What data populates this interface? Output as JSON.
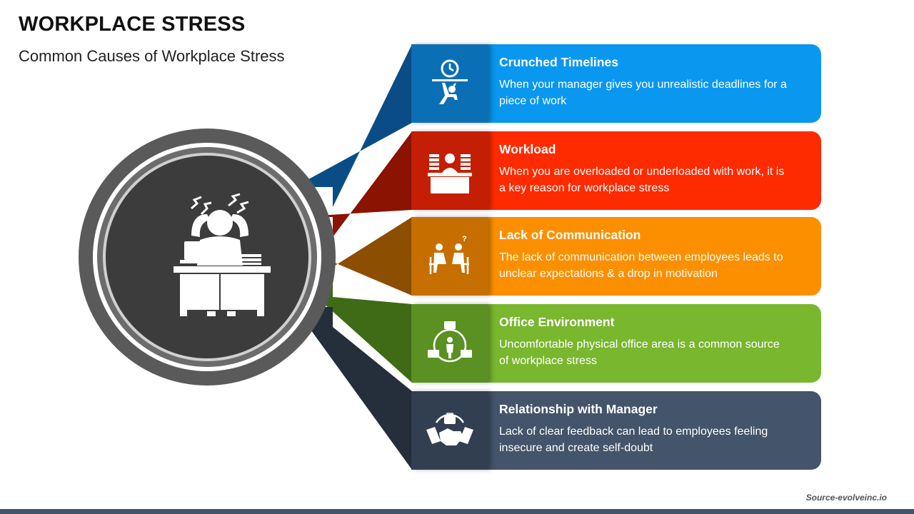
{
  "title": "WORKPLACE STRESS",
  "subtitle": "Common Causes of Workplace Stress",
  "center_icon": "stressed-person-at-desk-icon",
  "items": [
    {
      "heading": "Crunched  Timelines",
      "description": "When your manager gives you unrealistic deadlines for a piece of work",
      "color": "#0a97f0",
      "dark_color": "#0b6fb6",
      "connector_color": "#0a4d86",
      "icon": "clock-pressure-icon"
    },
    {
      "heading": "Workload",
      "description": "When you are overloaded or underloaded with work, it is a key reason for workplace stress",
      "color": "#fe2a00",
      "dark_color": "#c41e04",
      "connector_color": "#8a1302",
      "icon": "paperwork-desk-icon"
    },
    {
      "heading": "Lack of Communication",
      "description": "The lack of communication between employees leads to unclear expectations & a drop in motivation",
      "color": "#fc8f00",
      "dark_color": "#c66f00",
      "connector_color": "#8c4e00",
      "icon": "two-people-talking-icon"
    },
    {
      "heading": "Office Environment",
      "description": "Uncomfortable physical office area is a common source of workplace stress",
      "color": "#79b72e",
      "dark_color": "#5a9122",
      "connector_color": "#3f6b17",
      "icon": "office-cycle-icon"
    },
    {
      "heading": "Relationship  with Manager",
      "description": "Lack of clear feedback can lead to employees feeling insecure and create self-doubt",
      "color": "#44546a",
      "dark_color": "#323f50",
      "connector_color": "#252f3c",
      "icon": "handshake-icon"
    }
  ],
  "source": "Source-evolveinc.io"
}
